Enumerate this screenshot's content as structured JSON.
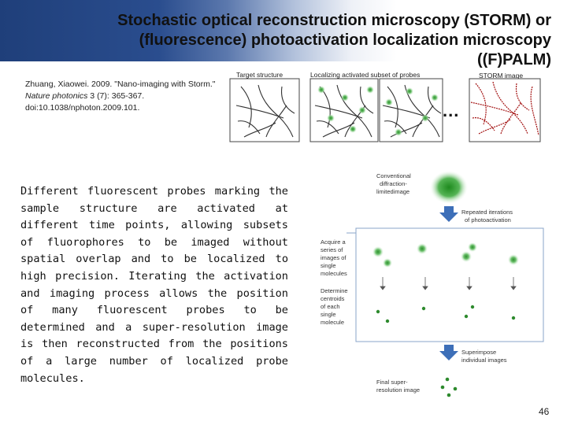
{
  "slide": {
    "title_line1": "Stochastic optical reconstruction microscopy (STORM) or",
    "title_line2": "(fluorescence) photoactivation localization microscopy",
    "title_line3": "((F)PALM)",
    "page_number": "46"
  },
  "citation": {
    "part1": "Zhuang, Xiaowei. 2009. \"Nano-imaging with Storm.\" ",
    "journal": "Nature photonics",
    "part2": " 3 (7): 365-367. doi:10.1038/nphoton.2009.101."
  },
  "body_text": "Different fluorescent probes marking the sample structure are activated at different time points, allowing subsets of fluorophores to be imaged without spatial overlap and to be localized to high precision. Iterating the activation and imaging process allows the position of many fluorescent probes to be determined and a super-resolution image is then reconstructed from the positions of a large number of localized probe molecules.",
  "top_figure": {
    "label_target": "Target structure",
    "label_localizing": "Localizing activated subset of probes",
    "label_storm": "STORM image",
    "ellipsis": "..."
  },
  "diagram": {
    "conventional_1": "Conventional",
    "conventional_2": "diffraction-",
    "conventional_3": "limitedimage",
    "repeated_1": "Repeated iterations",
    "repeated_2": "of photoactivation",
    "acquire_1": "Acquire a",
    "acquire_2": "series of",
    "acquire_3": "images of",
    "acquire_4": "single",
    "acquire_5": "molecules",
    "determine_1": "Determine",
    "determine_2": "centroids",
    "determine_3": "of each",
    "determine_4": "single",
    "determine_5": "molecule",
    "superimpose_1": "Superimpose",
    "superimpose_2": "individual images",
    "final_1": "Final super-",
    "final_2": "resolution image"
  }
}
